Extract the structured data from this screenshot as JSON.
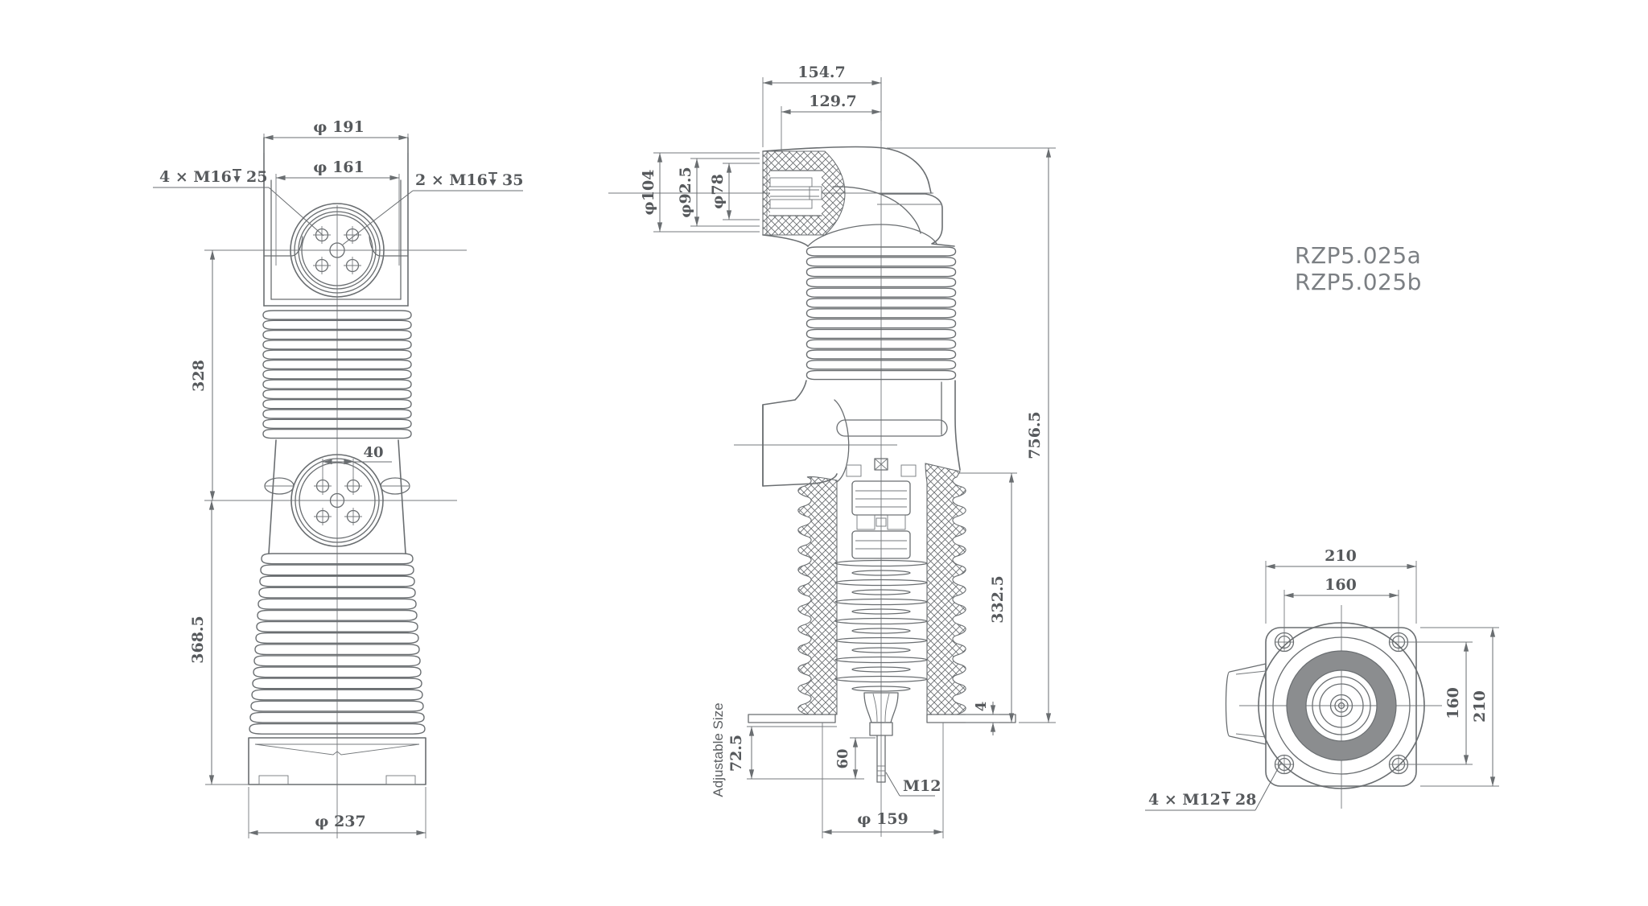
{
  "models": {
    "a": "RZP5.025a",
    "b": "RZP5.025b"
  },
  "front_view": {
    "dia_top_outer": "φ 191",
    "dia_top_inner": "φ 161",
    "thread_top_prefix": "4 × M16",
    "thread_top_depth": "25",
    "thread_center_prefix": "2 × M16",
    "thread_center_depth": "35",
    "height_upper": "328",
    "bolt_spacing": "40",
    "height_lower": "368.5",
    "dia_base": "φ 237"
  },
  "side_view": {
    "width_total": "154.7",
    "width_inner": "129.7",
    "dia_bushing": "φ104",
    "dia_mid": "φ92.5",
    "dia_bore": "φ78",
    "height_total": "756.5",
    "height_lower": "332.5",
    "plate_thickness": "4",
    "adjustable_label": "Adjustable Size",
    "adjustable_range": "72.5",
    "stem_length": "60",
    "stem_thread": "M12",
    "dia_skirt": "φ 159"
  },
  "bottom_view": {
    "width_outer": "210",
    "bolt_spacing_h": "160",
    "bolt_spacing_v": "160",
    "height_outer": "210",
    "thread_prefix": "4 × M12",
    "thread_depth": "28"
  },
  "colors": {
    "line": "#6a6e71",
    "dim_text": "#56595c",
    "model_text": "#7b7f83",
    "ring_fill": "#8b8d8f",
    "background": "#ffffff"
  }
}
